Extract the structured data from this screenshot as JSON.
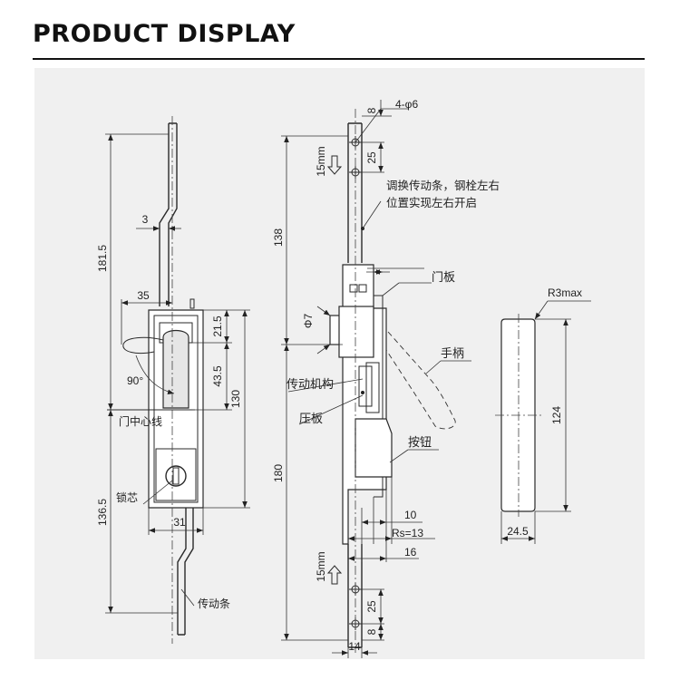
{
  "title": "PRODUCT DISPLAY",
  "front_view": {
    "dim_181_5": "181.5",
    "dim_3": "3",
    "dim_35": "35",
    "dim_21_5": "21.5",
    "dim_43_5": "43.5",
    "dim_130": "130",
    "dim_90": "90°",
    "dim_136_5": "136.5",
    "dim_31": "31",
    "label_door_center": "门中心线",
    "label_lock_core": "锁芯",
    "label_drive_bar": "传动条"
  },
  "side_view": {
    "dim_8_top": "8",
    "dim_4_phi6": "4-φ6",
    "dim_25_top": "25",
    "dim_15mm_top": "15mm",
    "dim_138": "138",
    "dim_phi7": "Φ7",
    "dim_180": "180",
    "dim_10": "10",
    "dim_rs13": "Rs=13",
    "dim_16": "16",
    "dim_15mm_bottom": "15mm",
    "dim_25_bottom": "25",
    "dim_8_bottom": "8",
    "dim_14": "14",
    "note_line1": "调换传动条，钢栓左右",
    "note_line2": "位置实现左右开启",
    "label_door_panel": "门板",
    "label_handle": "手柄",
    "label_drive_mechanism": "传动机构",
    "label_press_plate": "压板",
    "label_button": "按钮"
  },
  "cutout_view": {
    "dim_r3max": "R3max",
    "dim_124": "124",
    "dim_24_5": "24.5"
  }
}
